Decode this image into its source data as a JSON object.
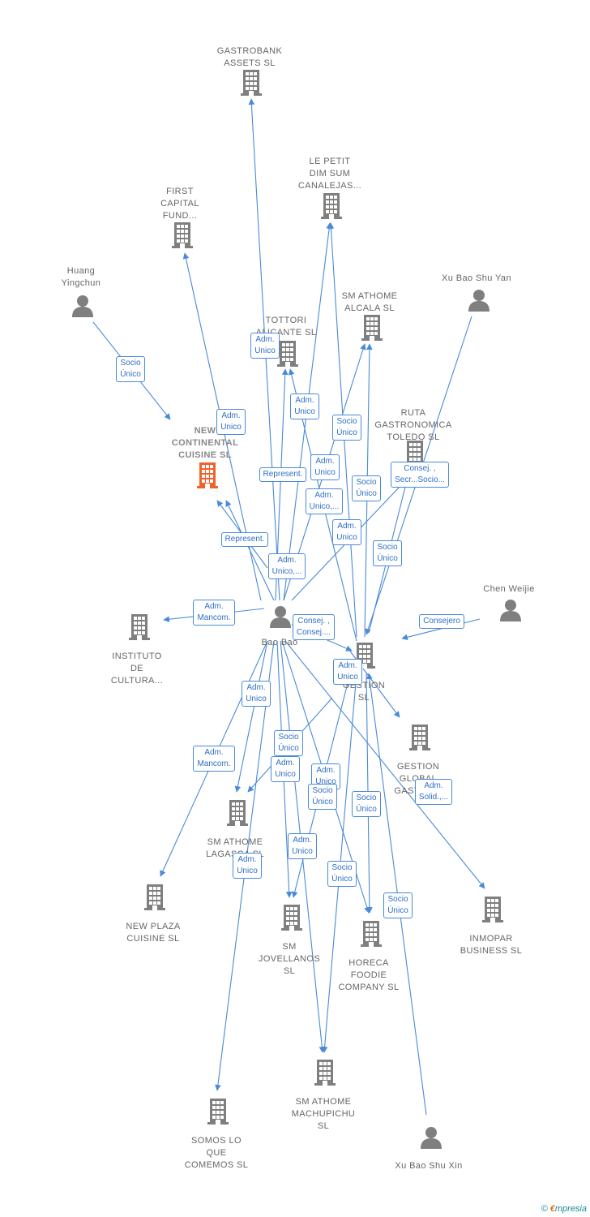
{
  "colors": {
    "edge": "#4a8ad8",
    "building": "#7f7f7f",
    "focus": "#f0622b",
    "person": "#7f7f7f"
  },
  "nodes": {
    "gastrobank": {
      "label": "GASTROBANK\nASSETS  SL",
      "kind": "company"
    },
    "lepetit": {
      "label": "LE PETIT\nDIM SUM\nCANALEJAS...",
      "kind": "company"
    },
    "firstcapital": {
      "label": "FIRST\nCAPITAL\nFUND...",
      "kind": "company"
    },
    "huang": {
      "label": "Huang\nYingchun",
      "kind": "person"
    },
    "xubaoshuyan": {
      "label": "Xu Bao Shu Yan",
      "kind": "person"
    },
    "smalcala": {
      "label": "SM ATHOME\nALCALA  SL",
      "kind": "company"
    },
    "tottori": {
      "label": "TOTTORI\nALICANTE  SL",
      "kind": "company"
    },
    "ruta": {
      "label": "RUTA\nGASTRONOMICA\nTOLEDO  SL",
      "kind": "company"
    },
    "newcontinental": {
      "label": "NEW\nCONTINENTAL\nCUISINE  SL",
      "kind": "focus"
    },
    "chenweijie": {
      "label": "Chen Weijie",
      "kind": "person"
    },
    "instituto": {
      "label": "INSTITUTO\nDE\nCULTURA...",
      "kind": "company"
    },
    "baobao": {
      "label": "Bao Bao",
      "kind": "person"
    },
    "gestion": {
      "label": "GESTION\nSL",
      "kind": "company"
    },
    "gestionglobal": {
      "label": "GESTION\nGLOBAL\nGASTRO...",
      "kind": "company"
    },
    "smlagasca": {
      "label": "SM ATHOME\nLAGASCA  SL",
      "kind": "company"
    },
    "newplaza": {
      "label": "NEW PLAZA\nCUISINE  SL",
      "kind": "company"
    },
    "smjovellanos": {
      "label": "SM\nJOVELLANOS\nSL",
      "kind": "company"
    },
    "horeca": {
      "label": "HORECA\nFOODIE\nCOMPANY  SL",
      "kind": "company"
    },
    "inmopar": {
      "label": "INMOPAR\nBUSINESS  SL",
      "kind": "company"
    },
    "smmachupichu": {
      "label": "SM ATHOME\nMACHUPICHU\nSL",
      "kind": "company"
    },
    "somos": {
      "label": "SOMOS LO\nQUE\nCOMEMOS  SL",
      "kind": "company"
    },
    "xubaoshuxin": {
      "label": "Xu Bao Shu Xin",
      "kind": "person"
    }
  },
  "edge_labels": {
    "huang_newcont": "Socio\nÚnico",
    "bao_gastrobank": "Adm.\nUnico",
    "bao_firstcapital": "Adm.\nUnico",
    "bao_tottori": "Adm.\nUnico",
    "bao_newcont_rep1": "Represent.",
    "bao_lepetit": "Adm.\nUnico",
    "gestion_tottori": "Adm.\nUnico",
    "gestion_smalcala_socio": "Socio\nÚnico",
    "bao_smalcala": "Adm.\nUnico,...",
    "gestion_lepetit": "Socio\nÚnico",
    "gestion_ruta": "Consej. ,\nSecr...Socio...",
    "gestion_smalcala": "Adm.\nUnico",
    "bao_newcont_rep2": "Represent.",
    "xuyan_gestion": "Socio\nÚnico",
    "bao_ruta": "Adm.\nUnico,...",
    "bao_instituto": "Adm.\nMancom.",
    "bao_gestion": "Consej. ,\nConsej....",
    "chen_gestion": "Consejero",
    "gestion_gestion": "Adm.\nUnico",
    "bao_smlagasca": "Adm.\nUnico",
    "gestion_smlagasca": "Socio\nÚnico",
    "bao_newplaza": "Adm.\nMancom.",
    "bao_smjov": "Adm.\nUnico",
    "bao_horeca": "Adm.\nUnico",
    "gestion_smjov": "Socio\nÚnico",
    "gestion_horeca": "Socio\nÚnico",
    "bao_inmopar": "Adm.\nSolid.,...",
    "bao_somos": "Adm.\nUnico",
    "bao_machupichu": "Adm.\nUnico",
    "gestion_machupichu": "Socio\nÚnico",
    "xuxin_gestion": "Socio\nÚnico"
  },
  "footer": {
    "copyright": "©",
    "brand_e": "€",
    "brand_rest": "mpresia"
  }
}
